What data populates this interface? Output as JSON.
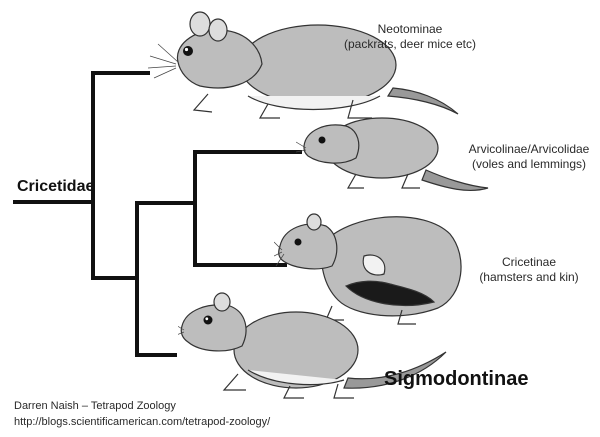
{
  "root": {
    "label": "Cricetidae"
  },
  "clades": [
    {
      "name": "Neotominae",
      "note": "(packrats, deer mice etc)",
      "icon": "deer-mouse-illustration"
    },
    {
      "name": "Arvicolinae/Arvicolidae",
      "note": "(voles and lemmings)",
      "icon": "vole-illustration"
    },
    {
      "name": "Cricetinae",
      "note": "(hamsters and kin)",
      "icon": "hamster-illustration"
    },
    {
      "name": "Sigmodontinae",
      "note": "",
      "icon": "cotton-rat-illustration"
    }
  ],
  "credit": {
    "line1": "Darren Naish – Tetrapod Zoology",
    "line2": "http://blogs.scientificamerican.com/tetrapod-zoology/"
  }
}
